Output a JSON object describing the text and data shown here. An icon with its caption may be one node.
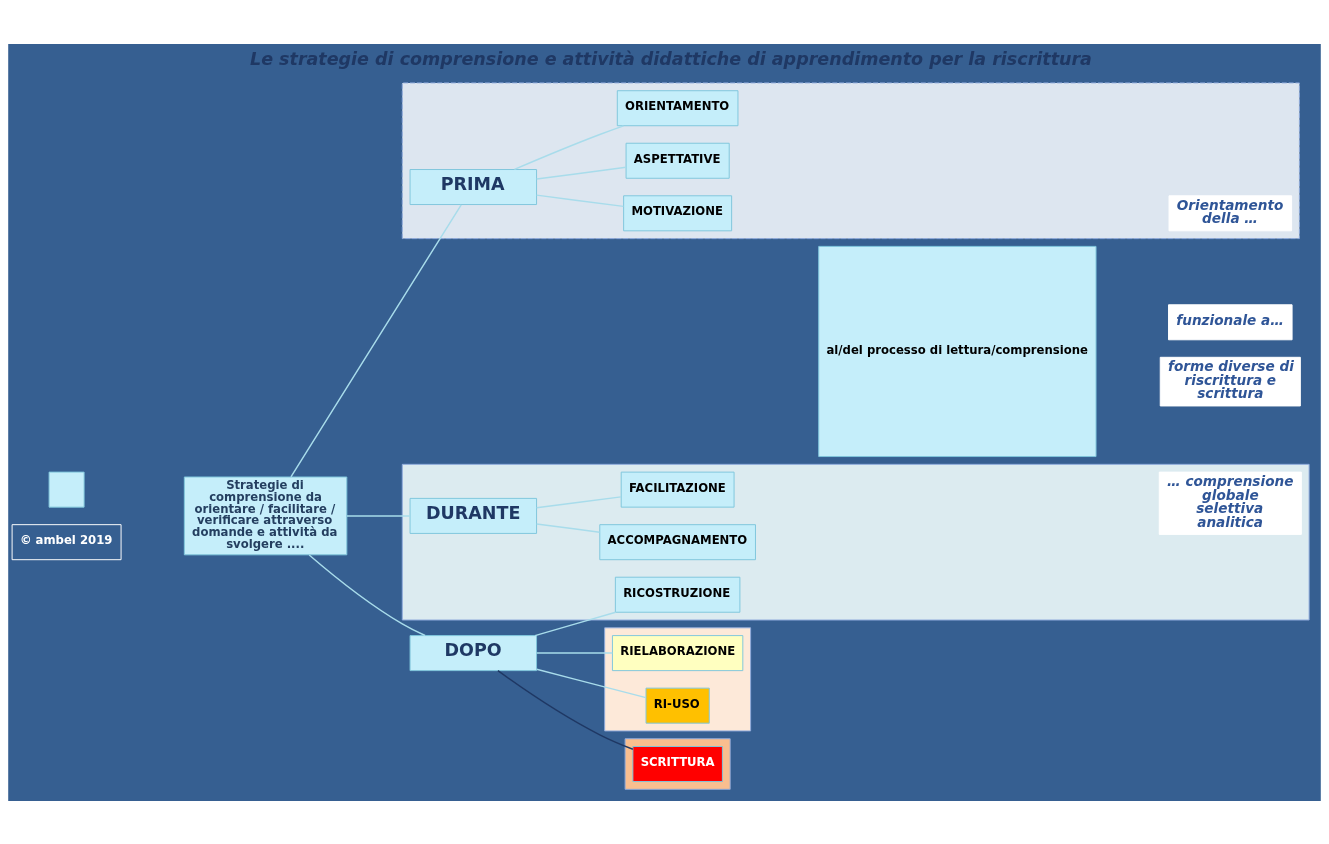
{
  "diagram": {
    "title": "Le strategie di comprensione e attività didattiche di apprendimento per la riscrittura",
    "nodes": [
      {
        "text": [],
        "shape": "box"
      },
      {
        "text": [],
        "shape": "band"
      },
      {
        "text": [],
        "shape": "band"
      },
      {
        "text": [],
        "shape": "band"
      },
      {
        "text": [],
        "shape": "band"
      },
      {
        "text": [
          "Strategie di comprensione da orientare / facilitare / verificare attraverso domande e attività da svolgere ...."
        ]
      },
      {
        "text": [
          "PRIMA"
        ],
        "in": 1
      },
      {
        "text": [
          "DURANTE"
        ],
        "in": 2
      },
      {
        "text": [
          "DOPO"
        ]
      },
      {
        "text": [
          "MOTIVAZIONE"
        ],
        "in": 1
      },
      {
        "text": [
          "ASPETTATIVE"
        ],
        "in": 1
      },
      {
        "text": [
          "ORIENTAMENTO"
        ],
        "in": 1
      },
      {
        "text": [
          "ACCOMPAGNAMENTO"
        ],
        "in": 2
      },
      {
        "text": [
          "FACILITAZIONE"
        ],
        "in": 2
      },
      {
        "text": [
          "RICOSTRUZIONE"
        ],
        "in": 2
      },
      {
        "text": [
          "RIELABORAZIONE"
        ],
        "in": 3
      },
      {
        "text": [
          "RI-USO"
        ],
        "in": 3
      },
      {
        "text": [
          "SCRITTURA"
        ],
        "in": 4
      },
      {
        "text": [
          "al/del processo di lettura/comprensione"
        ]
      },
      {
        "text": [
          "Orientamento della …"
        ],
        "in": 1
      },
      {
        "text": [
          "… comprensione globale selettiva analitica"
        ],
        "in": 2
      },
      {
        "text": [
          "funzionale a…"
        ]
      },
      {
        "text": [
          "forme diverse di riscrittura e scrittura"
        ]
      },
      {
        "text": [
          "© ambel 2019"
        ]
      }
    ],
    "edges": [
      {
        "from": 5,
        "to": 6,
        "arrow": "none"
      },
      {
        "from": 5,
        "to": 7,
        "arrow": "none"
      },
      {
        "from": 5,
        "to": 8,
        "arrow": "none"
      },
      {
        "from": 6,
        "to": 9,
        "arrow": "none"
      },
      {
        "from": 6,
        "to": 10,
        "arrow": "none"
      },
      {
        "from": 6,
        "to": 11,
        "arrow": "none"
      },
      {
        "from": 7,
        "to": 12,
        "arrow": "none"
      },
      {
        "from": 7,
        "to": 13,
        "arrow": "none"
      },
      {
        "from": 8,
        "to": 14,
        "arrow": "none"
      },
      {
        "from": 8,
        "to": 15,
        "arrow": "none"
      },
      {
        "from": 8,
        "to": 16,
        "arrow": "none"
      },
      {
        "from": 8,
        "to": 17,
        "arrow": "none",
        "color": "#1f3864"
      }
    ]
  }
}
